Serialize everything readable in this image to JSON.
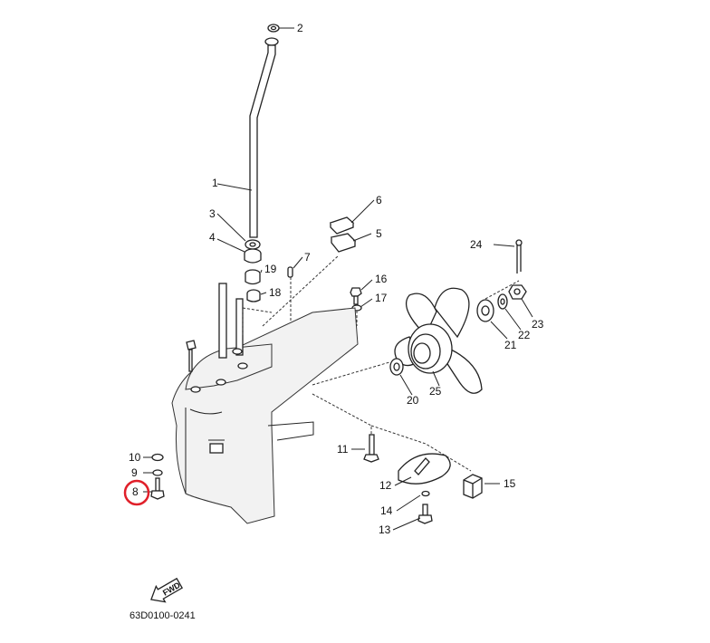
{
  "diagram": {
    "part_labels": [
      "1",
      "2",
      "3",
      "4",
      "5",
      "6",
      "7",
      "8",
      "9",
      "10",
      "11",
      "12",
      "13",
      "14",
      "15",
      "16",
      "17",
      "18",
      "19",
      "20",
      "21",
      "22",
      "23",
      "24",
      "25"
    ],
    "highlighted_part": "8",
    "fwd_label": "FWD",
    "diagram_code": "63D0100-0241",
    "colors": {
      "highlight": "#e0202a",
      "line": "#222222"
    }
  }
}
